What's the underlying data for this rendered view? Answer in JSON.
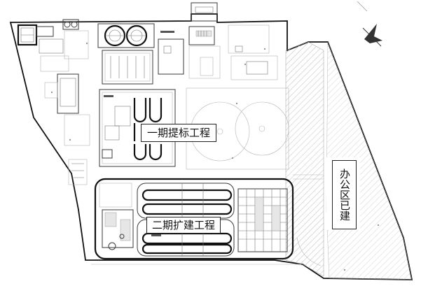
{
  "labels": {
    "phase1": "一期提标工程",
    "phase2": "二期扩建工程",
    "office": "办公区已建"
  }
}
